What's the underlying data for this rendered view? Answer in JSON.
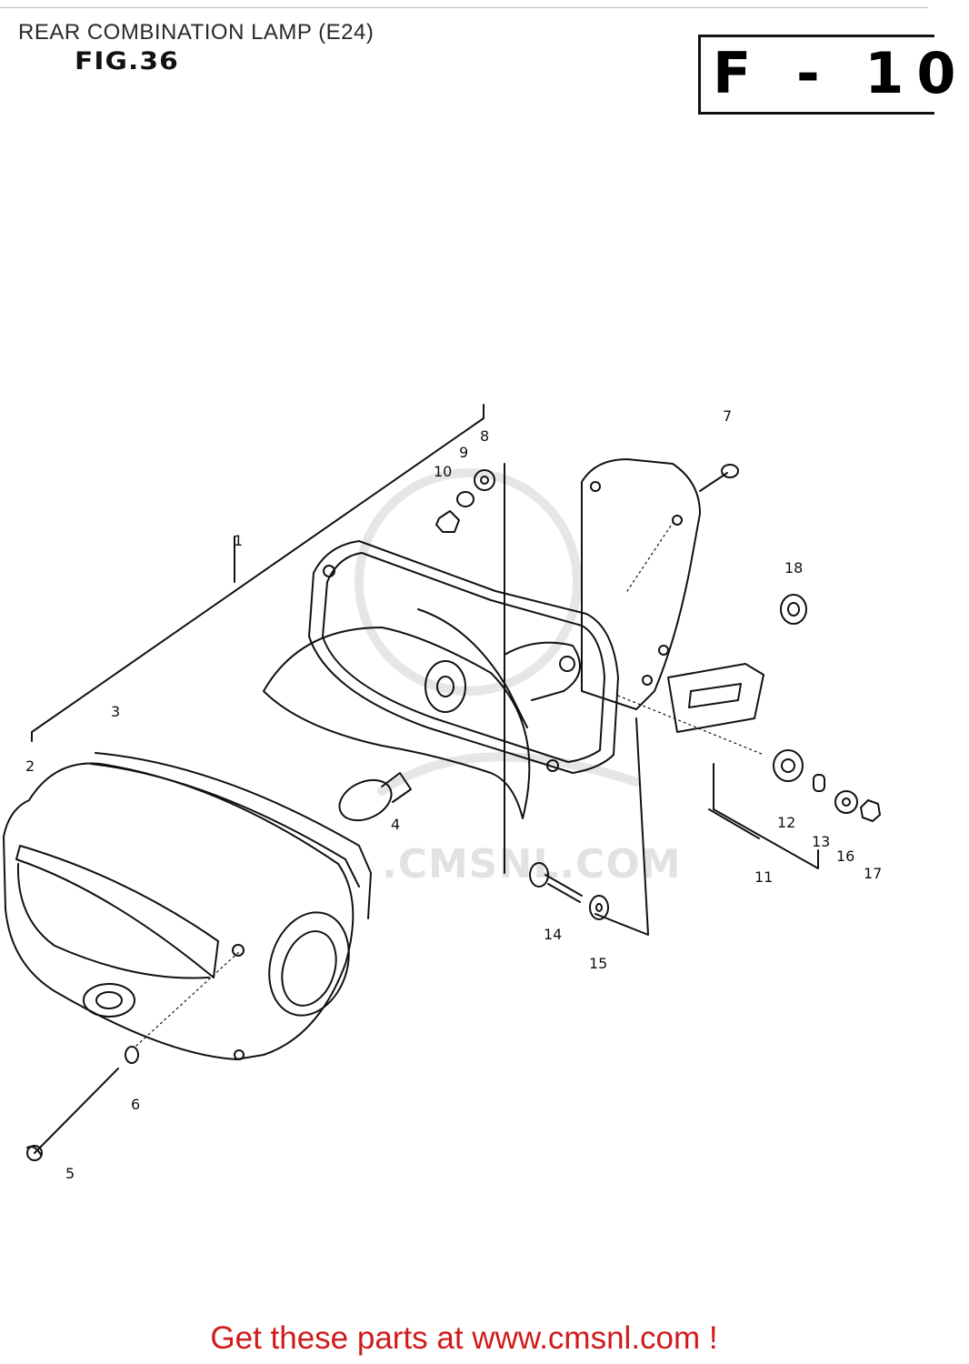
{
  "header": {
    "title": "REAR COMBINATION LAMP (E24)",
    "figure": "FIG.36",
    "page_code": "F - 10"
  },
  "watermark": ".CMSNL.COM",
  "footer": {
    "text": "Get these parts at www.cmsnl.com !"
  },
  "callouts": [
    {
      "id": "c1",
      "label": "1"
    },
    {
      "id": "c2",
      "label": "2"
    },
    {
      "id": "c3",
      "label": "3"
    },
    {
      "id": "c4",
      "label": "4"
    },
    {
      "id": "c5",
      "label": "5"
    },
    {
      "id": "c6",
      "label": "6"
    },
    {
      "id": "c7",
      "label": "7"
    },
    {
      "id": "c8",
      "label": "8"
    },
    {
      "id": "c9",
      "label": "9"
    },
    {
      "id": "c10",
      "label": "10"
    },
    {
      "id": "c11",
      "label": "11"
    },
    {
      "id": "c12",
      "label": "12"
    },
    {
      "id": "c13",
      "label": "13"
    },
    {
      "id": "c14",
      "label": "14"
    },
    {
      "id": "c15",
      "label": "15"
    },
    {
      "id": "c16",
      "label": "16"
    },
    {
      "id": "c17",
      "label": "17"
    },
    {
      "id": "c18",
      "label": "18"
    }
  ]
}
